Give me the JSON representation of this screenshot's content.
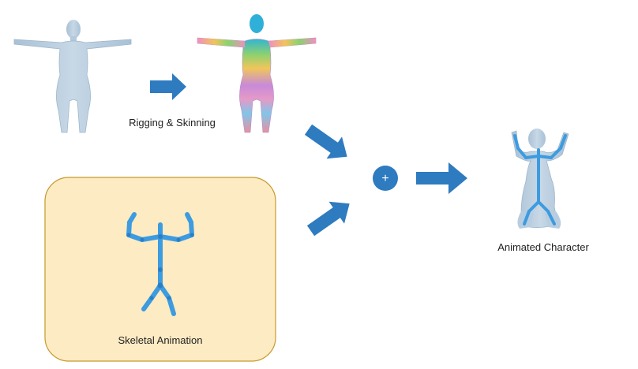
{
  "labels": {
    "rigging": "Rigging & Skinning",
    "skeletal": "Skeletal Animation",
    "animated": "Animated Character",
    "plus": "+"
  },
  "colors": {
    "arrow": "#2e7bc0",
    "bone": "#3d9be0",
    "bone_dark": "#2a7fc4",
    "mesh": "#b9cfe0",
    "mesh_shade": "#9fb6ca",
    "panel_fill": "#fdebc3",
    "panel_stroke": "#c69a2c",
    "plus_circle": "#2e7bc0"
  }
}
